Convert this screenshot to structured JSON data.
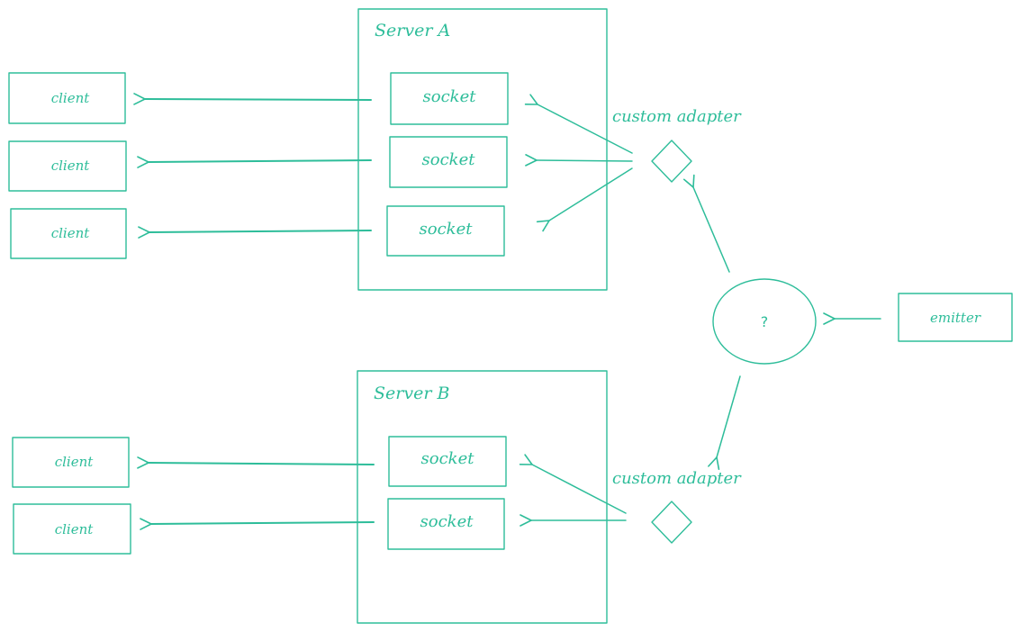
{
  "theme": {
    "stroke": "#2ebd9a",
    "background": "#ffffff"
  },
  "server_a": {
    "title": "Server A",
    "sockets": [
      "socket",
      "socket",
      "socket"
    ],
    "clients": [
      "client",
      "client",
      "client"
    ],
    "adapter_label": "custom adapter"
  },
  "server_b": {
    "title": "Server B",
    "sockets": [
      "socket",
      "socket"
    ],
    "clients": [
      "client",
      "client"
    ],
    "adapter_label": "custom adapter"
  },
  "hub": {
    "label": "?"
  },
  "emitter": {
    "label": "emitter"
  }
}
